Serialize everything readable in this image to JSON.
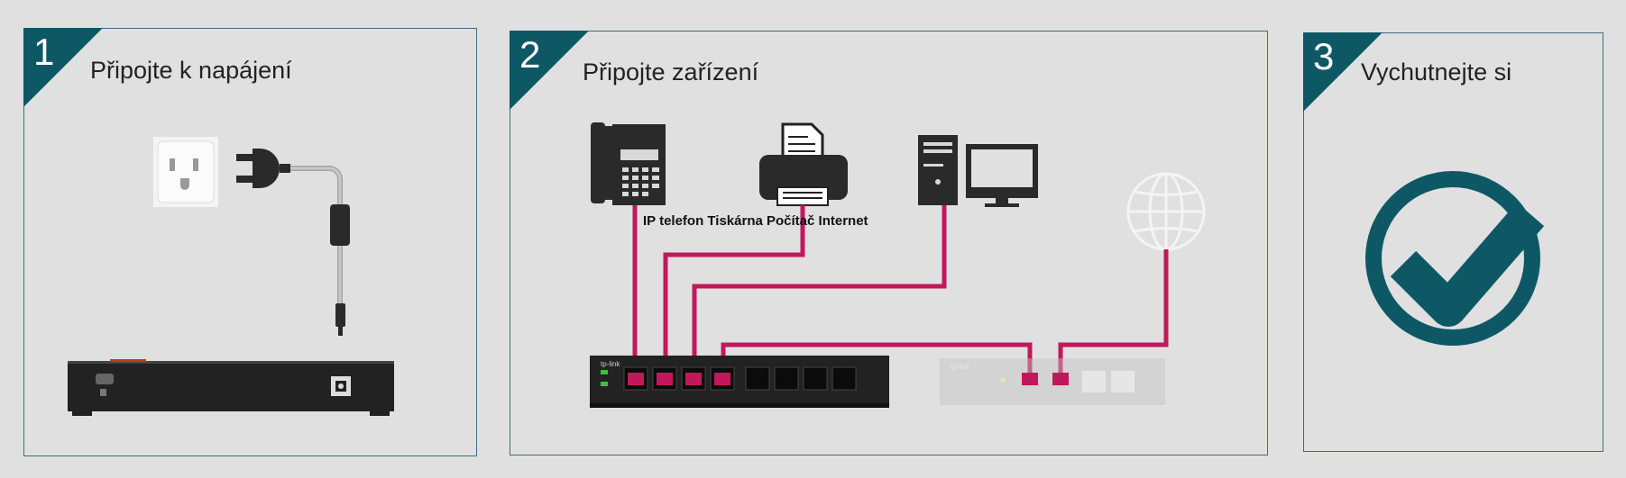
{
  "steps": [
    {
      "number": "1",
      "title": "Připojte k napájení"
    },
    {
      "number": "2",
      "title": "Připojte zařízení"
    },
    {
      "number": "3",
      "title": "Vychutnejte si"
    }
  ],
  "device_labels": "IP telefon Tiskárna Počítač Internet",
  "switch_brand": "tp-link",
  "colors": {
    "accent": "#0e5866",
    "cable": "#c2185b",
    "background": "#e0e0e0"
  },
  "icons": [
    "power-outlet-icon",
    "power-plug-icon",
    "ip-phone-icon",
    "printer-icon",
    "computer-icon",
    "globe-icon",
    "checkmark-icon"
  ]
}
